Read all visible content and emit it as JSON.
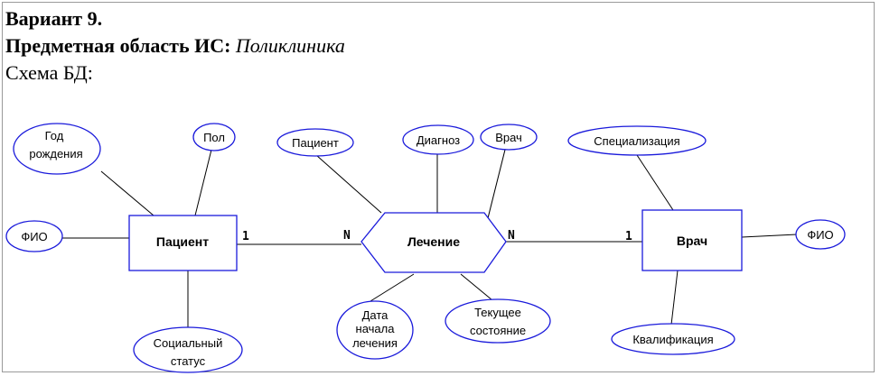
{
  "header": {
    "variant": "Вариант 9.",
    "domain_label": "Предметная область ИС:",
    "domain_value": "Поликлиника",
    "schema_label": "Схема БД:"
  },
  "diagram": {
    "entities": {
      "patient": "Пациент",
      "doctor": "Врач"
    },
    "relationship": "Лечение",
    "cardinalities": {
      "patient_side": "1",
      "treatment_left": "N",
      "treatment_right": "N",
      "doctor_side": "1"
    },
    "patient_attributes": {
      "birth_year": [
        "Год",
        "рождения"
      ],
      "gender": "Пол",
      "fio": "ФИО",
      "social_status": [
        "Социальный",
        "статус"
      ]
    },
    "treatment_attributes": {
      "patient": "Пациент",
      "diagnosis": "Диагноз",
      "doctor": "Врач",
      "start_date": [
        "Дата",
        "начала",
        "лечения"
      ],
      "current_state": [
        "Текущее",
        "состояние"
      ]
    },
    "doctor_attributes": {
      "specialization": "Специализация",
      "fio": "ФИО",
      "qualification": "Квалификация"
    },
    "colors": {
      "shape_stroke": "#1a1adb",
      "line": "#000000"
    }
  }
}
